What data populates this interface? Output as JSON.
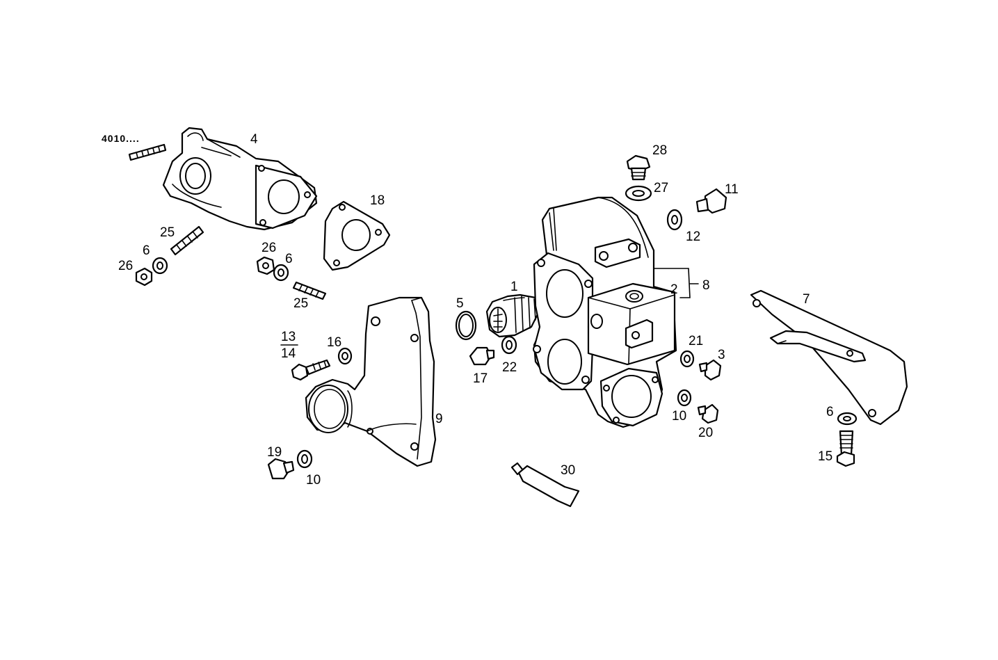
{
  "callouts": {
    "ref_4010": "4010....",
    "n4": "4",
    "n18": "18",
    "n25a": "25",
    "n26a": "26",
    "n6a": "6",
    "n26b": "26",
    "n6b": "6",
    "n25b": "25",
    "n13": "13",
    "n14": "14",
    "n16": "16",
    "n9": "9",
    "n19": "19",
    "n10a": "10",
    "n5": "5",
    "n1": "1",
    "n17": "17",
    "n22": "22",
    "n28": "28",
    "n27": "27",
    "n11": "11",
    "n12": "12",
    "n2": "2",
    "n8": "8",
    "n21": "21",
    "n3": "3",
    "n10b": "10",
    "n20": "20",
    "n30": "30",
    "n7": "7",
    "n6c": "6",
    "n15": "15"
  }
}
